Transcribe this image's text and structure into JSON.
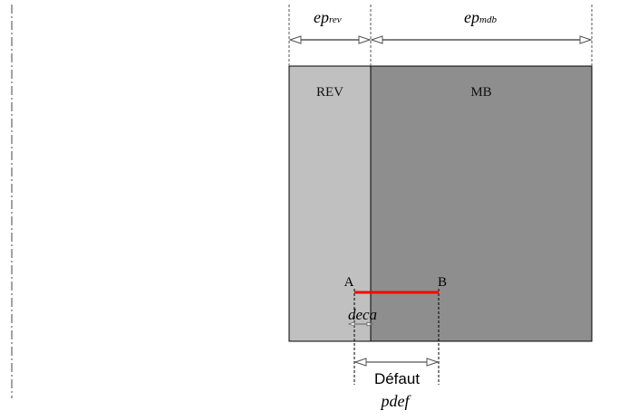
{
  "dimensions": {
    "ep_rev": {
      "main": "ep",
      "sub": "rev"
    },
    "ep_mdb": {
      "main": "ep",
      "sub": "mdb"
    }
  },
  "layers": {
    "rev": {
      "label": "REV",
      "color": "#c0c0c0"
    },
    "mb": {
      "label": "MB",
      "color": "#8e8e8e"
    }
  },
  "defect": {
    "point_a": "A",
    "point_b": "B",
    "color": "#ff0000",
    "offset_label": "deca",
    "name_label": "Défaut",
    "position_label": "pdef"
  }
}
